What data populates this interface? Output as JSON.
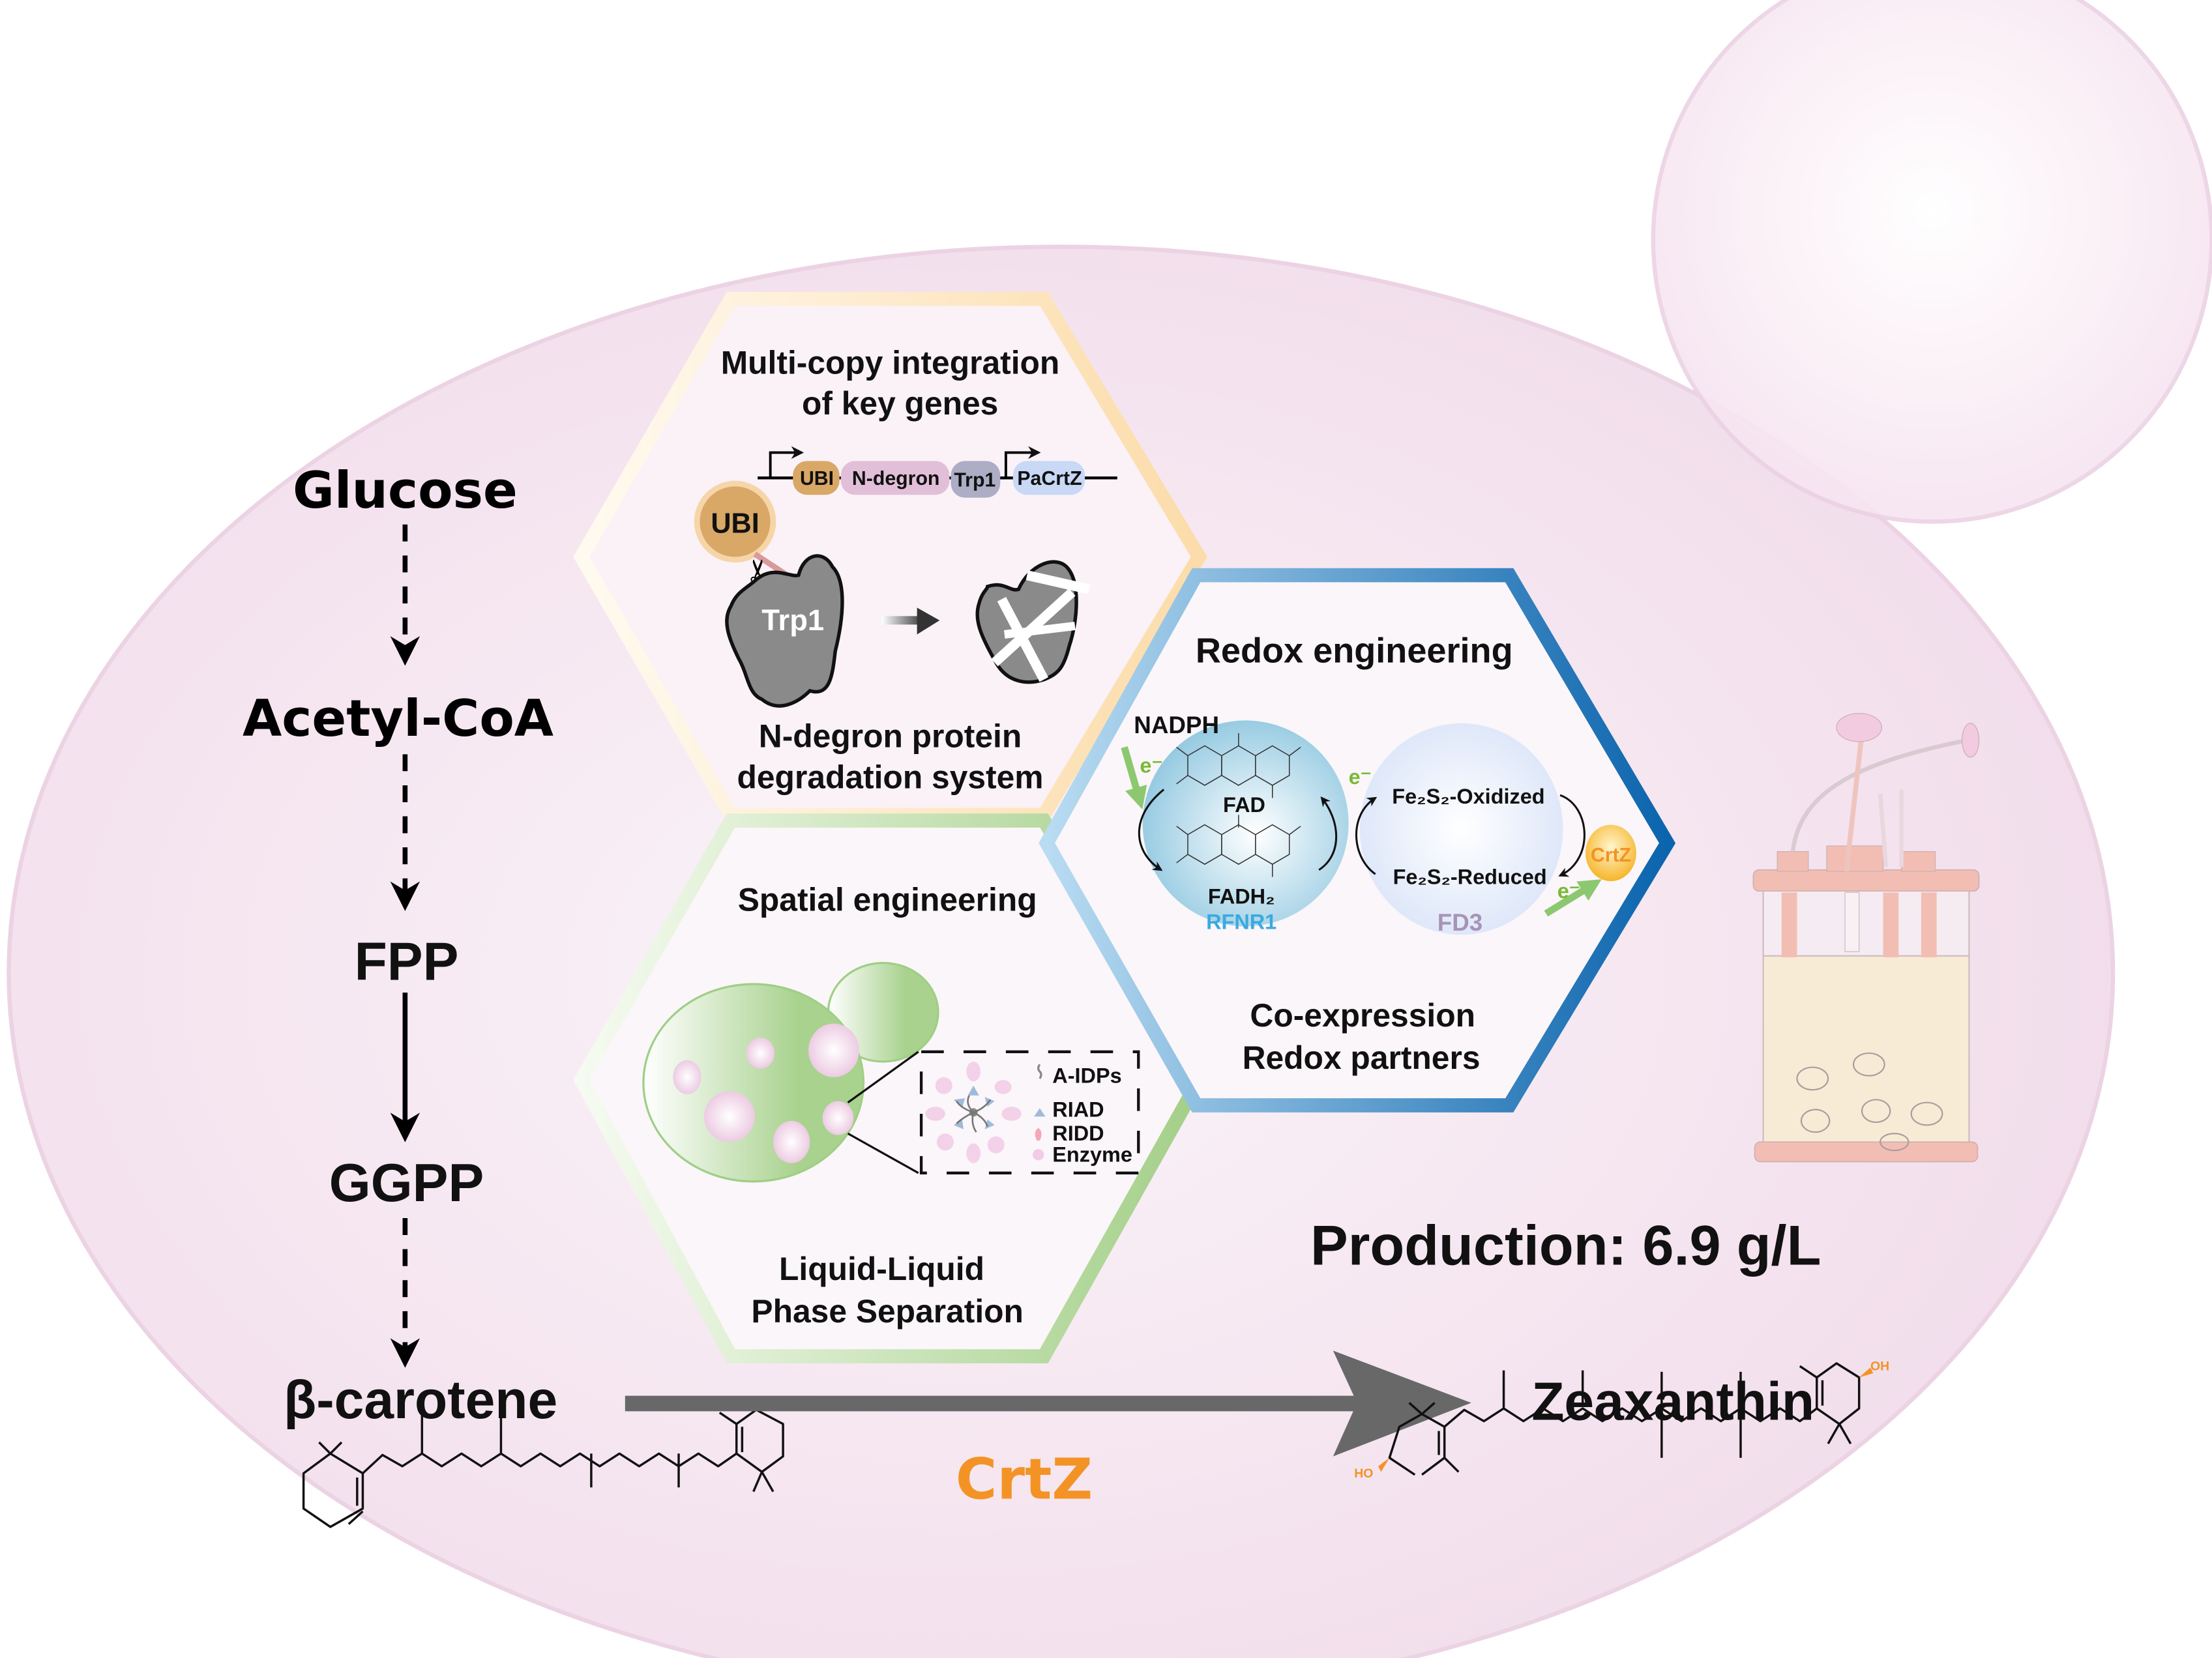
{
  "figure": {
    "type": "graphical-abstract",
    "subject": "Zeaxanthin production in engineered yeast"
  },
  "pathway": {
    "steps": [
      {
        "label": "Glucose"
      },
      {
        "label": "Acetyl-CoA"
      },
      {
        "label": "FPP"
      },
      {
        "label": "GGPP"
      },
      {
        "label": "β-carotene"
      }
    ],
    "arrows": [
      {
        "from": "Glucose",
        "to": "Acetyl-CoA",
        "style": "dashed"
      },
      {
        "from": "Acetyl-CoA",
        "to": "FPP",
        "style": "dashed"
      },
      {
        "from": "FPP",
        "to": "GGPP",
        "style": "solid"
      },
      {
        "from": "GGPP",
        "to": "β-carotene",
        "style": "dashed"
      }
    ],
    "conversion": {
      "substrate": "β-carotene",
      "product": "Zeaxanthin",
      "enzyme": "CrtZ",
      "enzyme_color": "#f39325"
    },
    "zeaxanthin_groups": {
      "oh_right": "OH",
      "ho_left": "HO",
      "color": "#f39325"
    }
  },
  "modules": {
    "multicopy": {
      "title_line1": "Multi-copy integration",
      "title_line2": "of key genes",
      "color": "#fde2b8",
      "construct": [
        {
          "label": "UBI",
          "color": "#d9a867"
        },
        {
          "label": "N-degron",
          "color": "#e2bfd9"
        },
        {
          "label": "Trp1",
          "color": "#adadc6"
        },
        {
          "label": "PaCrtZ",
          "color": "#c8d8f5"
        }
      ],
      "ubi_bubble": "UBI",
      "protein_label": "Trp1",
      "caption_line1": "N-degron protein",
      "caption_line2": "degradation system"
    },
    "redox": {
      "title": "Redox engineering",
      "color": "#1f7cc4",
      "nadph": "NADPH",
      "electron": "e⁻",
      "fad": "FAD",
      "fadh2": "FADH₂",
      "rfnr1": "RFNR1",
      "rfnr1_color": "#3ba9e0",
      "fe_ox": "Fe₂S₂-Oxidized",
      "fe_red": "Fe₂S₂-Reduced",
      "fd3": "FD3",
      "fd3_color": "#a893b8",
      "crtz": "CrtZ",
      "caption_line1": "Co-expression",
      "caption_line2": "Redox partners"
    },
    "spatial": {
      "title": "Spatial engineering",
      "color": "#a9d28f",
      "legend": [
        {
          "label": "A-IDPs",
          "icon": "squiggle-icon"
        },
        {
          "label": "RIAD",
          "icon": "triangle-icon"
        },
        {
          "label": "RIDD",
          "icon": "petal-icon"
        },
        {
          "label": "Enzyme",
          "icon": "circle-icon"
        }
      ],
      "caption_line1": "Liquid-Liquid",
      "caption_line2": "Phase Separation"
    }
  },
  "production": {
    "text": "Production: 6.9 g/L",
    "value": 6.9,
    "unit": "g/L"
  }
}
